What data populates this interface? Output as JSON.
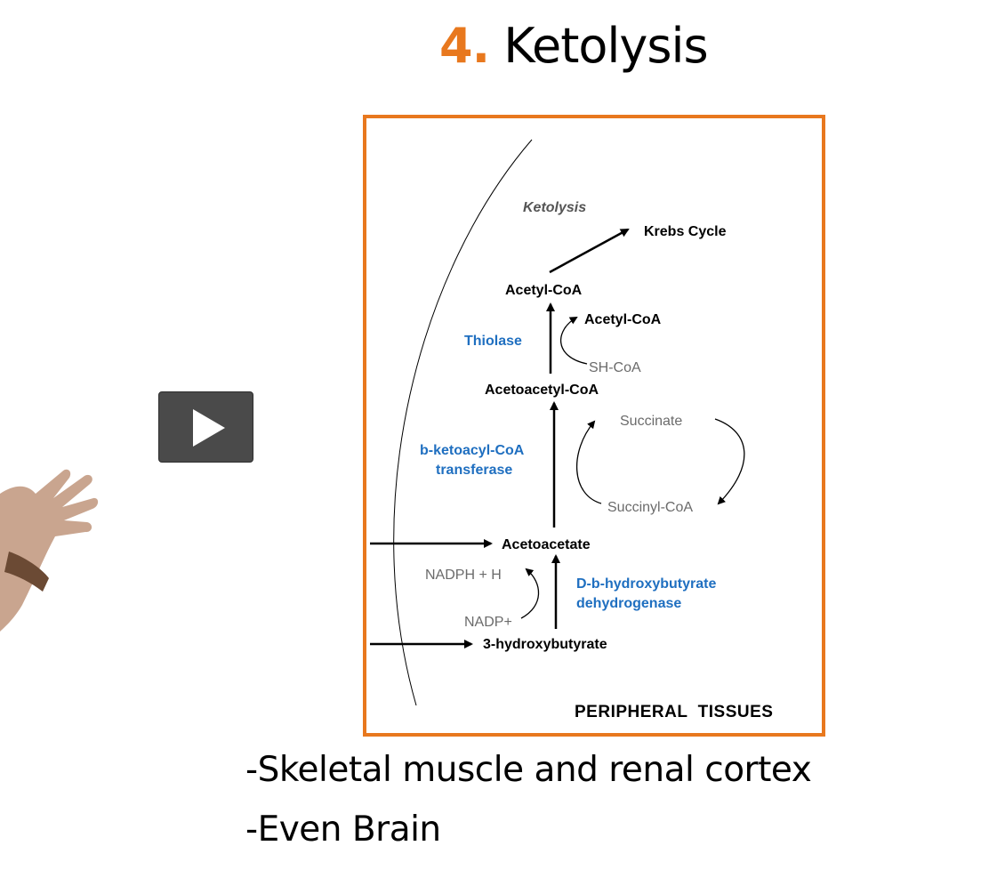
{
  "title": {
    "number": "4.",
    "text": "Ketolysis"
  },
  "colors": {
    "accent": "#e8781e",
    "enzyme_blue": "#1f6fc0",
    "cofactor_gray": "#6b6b6b"
  },
  "player": {
    "play_icon": "play-icon"
  },
  "diagram": {
    "heading": "Ketolysis",
    "krebs": "Krebs Cycle",
    "acetyl_coa_main": "Acetyl-CoA",
    "acetyl_coa_side": "Acetyl-CoA",
    "thiolase": "Thiolase",
    "sh_coa": "SH-CoA",
    "acetoacetyl_coa": "Acetoacetyl-CoA",
    "succinate": "Succinate",
    "transferase_line1": "b-ketoacyl-CoA",
    "transferase_line2": "transferase",
    "succinyl_coa": "Succinyl-CoA",
    "acetoacetate": "Acetoacetate",
    "nadph": "NADPH + H",
    "dehydrogenase_line1": "D-b-hydroxybutyrate",
    "dehydrogenase_line2": "dehydrogenase",
    "nadp": "NADP+",
    "hydroxybutyrate": "3-hydroxybutyrate",
    "footer": "PERIPHERAL  TISSUES"
  },
  "bullets": [
    "-Skeletal muscle and renal cortex",
    "-Even Brain"
  ]
}
